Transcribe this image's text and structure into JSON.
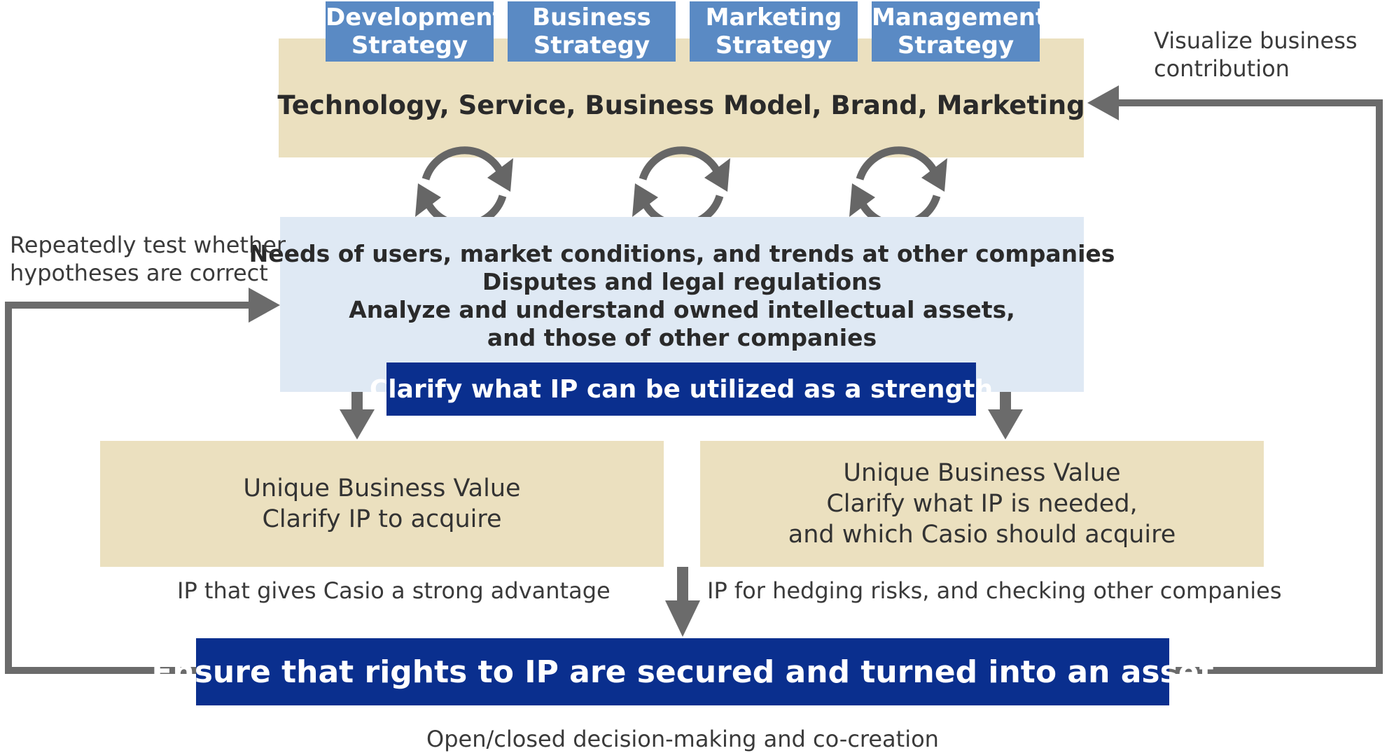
{
  "strategy_tabs": [
    {
      "line1": "Development",
      "line2": "Strategy"
    },
    {
      "line1": "Business",
      "line2": "Strategy"
    },
    {
      "line1": "Marketing",
      "line2": "Strategy"
    },
    {
      "line1": "Management",
      "line2": "Strategy"
    }
  ],
  "top_box": {
    "text": "Technology, Service, Business Model, Brand, Marketing"
  },
  "analysis_box": {
    "lines": [
      "Needs of users, market conditions, and trends at other companies",
      "Disputes and legal regulations",
      "Analyze and understand owned intellectual assets,",
      "and those of other companies"
    ]
  },
  "strength_label": "Clarify what IP can be utilized as a strength",
  "left_value_box": {
    "lines": [
      "Unique Business Value",
      "Clarify IP to acquire"
    ]
  },
  "right_value_box": {
    "lines": [
      "Unique Business Value",
      "Clarify what IP is needed,",
      "and which Casio should acquire"
    ]
  },
  "left_caption": "IP that gives Casio a strong advantage",
  "right_caption": "IP for hedging risks, and checking other companies",
  "final_box": "Ensure that rights to IP are secured and turned into an asset",
  "bottom_caption": "Open/closed decision-making and co-creation",
  "left_loop_label": {
    "line1": "Repeatedly test whether",
    "line2": "hypotheses are correct"
  },
  "right_loop_label": {
    "line1": "Visualize business",
    "line2": "contribution"
  },
  "colors": {
    "tab_blue": "#5a8ac4",
    "beige": "#ebe0bf",
    "light_blue": "#dfe9f4",
    "navy": "#0a2f8e",
    "arrow_gray": "#6b6b6b"
  },
  "icons": [
    "cycle-arrows-icon",
    "down-arrow-icon",
    "loop-arrow-icon"
  ]
}
